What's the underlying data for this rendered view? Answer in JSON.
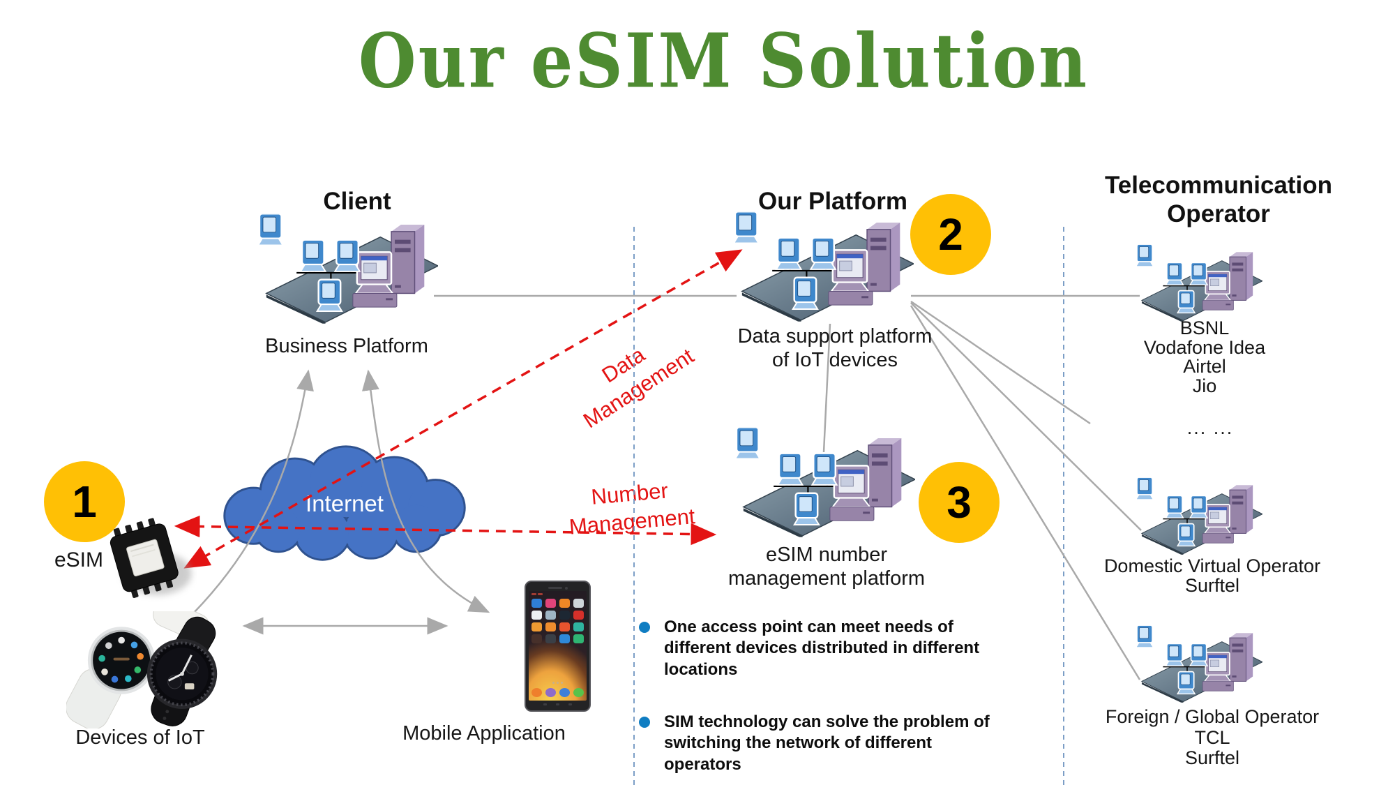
{
  "title": {
    "text": "Our eSIM Solution"
  },
  "colors": {
    "title_green": "#4e8b31",
    "badge_yellow": "#FFC005",
    "flow_red": "#e31313",
    "cloud_fill": "#4573c5",
    "cloud_border": "#2f528f",
    "bullet_blue": "#0F7DC2",
    "line_gray": "#a9a9a9",
    "separator_blue": "#6d94c0"
  },
  "headings": {
    "client": "Client",
    "our_platform": "Our Platform",
    "telecom_line1": "Telecommunication",
    "telecom_line2": "Operator"
  },
  "badges": {
    "step1": "1",
    "step2": "2",
    "step3": "3"
  },
  "cloud": {
    "label": "Internet"
  },
  "client": {
    "platform_label": "Business Platform",
    "esim_label": "eSIM",
    "iot_label": "Devices of IoT",
    "mobile_label": "Mobile Application"
  },
  "our_platform": {
    "data_platform_line1": "Data support platform",
    "data_platform_line2": "of IoT devices",
    "esim_platform_line1": "eSIM number",
    "esim_platform_line2": "management platform"
  },
  "flows": {
    "data_management_line1": "Data",
    "data_management_line2": "Management",
    "number_management_line1": "Number",
    "number_management_line2": "Management"
  },
  "telecom": {
    "group1": [
      "BSNL",
      "Vodafone Idea",
      "Airtel",
      "Jio"
    ],
    "ellipsis": "... ...",
    "group2": [
      "Domestic Virtual Operator",
      "Surftel"
    ],
    "group3": [
      "Foreign / Global Operator",
      "TCL",
      "Surftel"
    ]
  },
  "bullets": [
    "One access point can meet needs of different devices distributed in different locations",
    "SIM technology can solve the problem of switching the network of different operators"
  ],
  "phone": {
    "app_colors": [
      "#2f7fd6",
      "#e2447a",
      "#f08726",
      "#cfd6da",
      "#eef0f2",
      "#9fb4c4",
      "#1d2733",
      "#d6302a",
      "#f09a32",
      "#ef8c2e",
      "#e8542e",
      "#2fb5a0",
      "#47302a",
      "#3a3f46",
      "#2f89d8",
      "#2fb573"
    ],
    "dock_colors": [
      "#ef7f2c",
      "#8e6cc9",
      "#3f7fd9",
      "#58c24a"
    ]
  }
}
